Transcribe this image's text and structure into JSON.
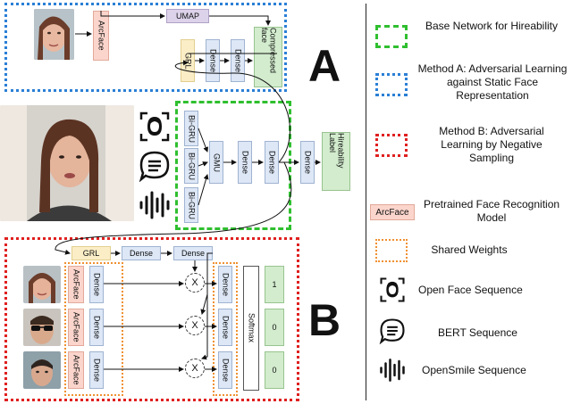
{
  "labels": {
    "umap": "UMAP",
    "arcface": "ArcFace",
    "grl": "GRL",
    "dense": "Dense",
    "compressed_face": "Compressed face",
    "bigru": "Bi-GRU",
    "gmu": "GMU",
    "hireability_label": "Hireability Label",
    "softmax": "Softmax",
    "x": "X",
    "letter_a": "A",
    "letter_b": "B"
  },
  "outputs": [
    "1",
    "0",
    "0"
  ],
  "legend": {
    "base_network": "Base Network for Hireability",
    "method_a": "Method A: Adversarial Learning against Static Face Representation",
    "method_b": "Method B: Adversarial Learning by Negative Sampling",
    "pretrained": "Pretrained Face Recognition Model",
    "pretrained_chip": "ArcFace",
    "shared_weights": "Shared Weights",
    "openface": "Open Face Sequence",
    "bert": "BERT Sequence",
    "opensmile": "OpenSmile Sequence"
  },
  "colors": {
    "green_dash": "#2fbf2f",
    "blue_dash": "#2a7fd6",
    "red_dash": "#e02020",
    "orange_dash": "#f09030"
  }
}
